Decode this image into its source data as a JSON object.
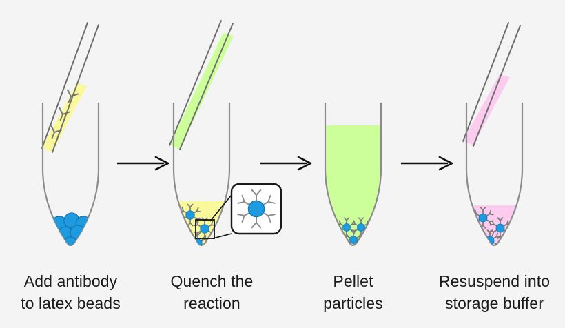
{
  "figure": {
    "title": "Antibody conjugation to latex beads workflow",
    "background_color": "#f4f4f4",
    "panel_count": 4,
    "arrow_count": 3
  },
  "colors": {
    "bead_blue": "#1E9BE0",
    "bead_blue_stroke": "#1478B0",
    "antibody_gray": "#808080",
    "tube_outline": "#8c8c8c",
    "pipette_outline": "#6e6e6e",
    "antibody_liquid_yellow": "#F9F99B",
    "quench_green": "#CCFF99",
    "storage_pink": "#FBCCEE",
    "arrow_black": "#111111",
    "inset_border": "#1a1a1a",
    "inset_fill": "#ffffff",
    "caption_text": "#1a1a1a",
    "background": "#f4f4f4"
  },
  "panels": [
    {
      "id": "panel-1",
      "step_number": 1,
      "caption_lines": [
        "Add antibody",
        "to latex beads"
      ],
      "pipette": {
        "present": true,
        "liquid_color": "#F9F99B",
        "liquid_label": "antibody solution",
        "fill_level": "partial-lower",
        "antibody_glyph_count": 3
      },
      "tube": {
        "liquid_color": "none",
        "liquid_label": "empty",
        "contents": "bare latex beads",
        "bead_count": 6,
        "beads_conjugated": false
      },
      "inset": {
        "present": false
      }
    },
    {
      "id": "panel-2",
      "step_number": 2,
      "caption_lines": [
        "Quench the",
        "reaction"
      ],
      "pipette": {
        "present": true,
        "liquid_color": "#CCFF99",
        "liquid_label": "quench buffer",
        "fill_level": "full",
        "antibody_glyph_count": 0
      },
      "tube": {
        "liquid_color": "#F9F99B",
        "liquid_label": "reaction mixture",
        "contents": "antibody-conjugated beads",
        "bead_count": 3,
        "beads_conjugated": true
      },
      "inset": {
        "present": true,
        "label": "magnified antibody-conjugated latex bead",
        "bead_count": 1,
        "antibody_arms": 6
      }
    },
    {
      "id": "panel-3",
      "step_number": 3,
      "caption_lines": [
        "Pellet",
        "particles"
      ],
      "pipette": {
        "present": false
      },
      "tube": {
        "liquid_color": "#CCFF99",
        "liquid_label": "quenched supernatant",
        "contents": "pelleted conjugated beads",
        "bead_count": 3,
        "beads_conjugated": true
      },
      "inset": {
        "present": false
      }
    },
    {
      "id": "panel-4",
      "step_number": 4,
      "caption_lines": [
        "Resuspend into",
        "storage buffer"
      ],
      "pipette": {
        "present": true,
        "liquid_color": "#FBCCEE",
        "liquid_label": "storage buffer",
        "fill_level": "partial-upper",
        "antibody_glyph_count": 0
      },
      "tube": {
        "liquid_color": "#FBCCEE",
        "liquid_label": "storage buffer",
        "contents": "resuspended conjugated beads",
        "bead_count": 3,
        "beads_conjugated": true
      },
      "inset": {
        "present": false
      }
    }
  ],
  "arrows": [
    {
      "id": "arrow-1",
      "direction": "right",
      "from_step": 1,
      "to_step": 2
    },
    {
      "id": "arrow-2",
      "direction": "right",
      "from_step": 2,
      "to_step": 3
    },
    {
      "id": "arrow-3",
      "direction": "right",
      "from_step": 3,
      "to_step": 4
    }
  ]
}
